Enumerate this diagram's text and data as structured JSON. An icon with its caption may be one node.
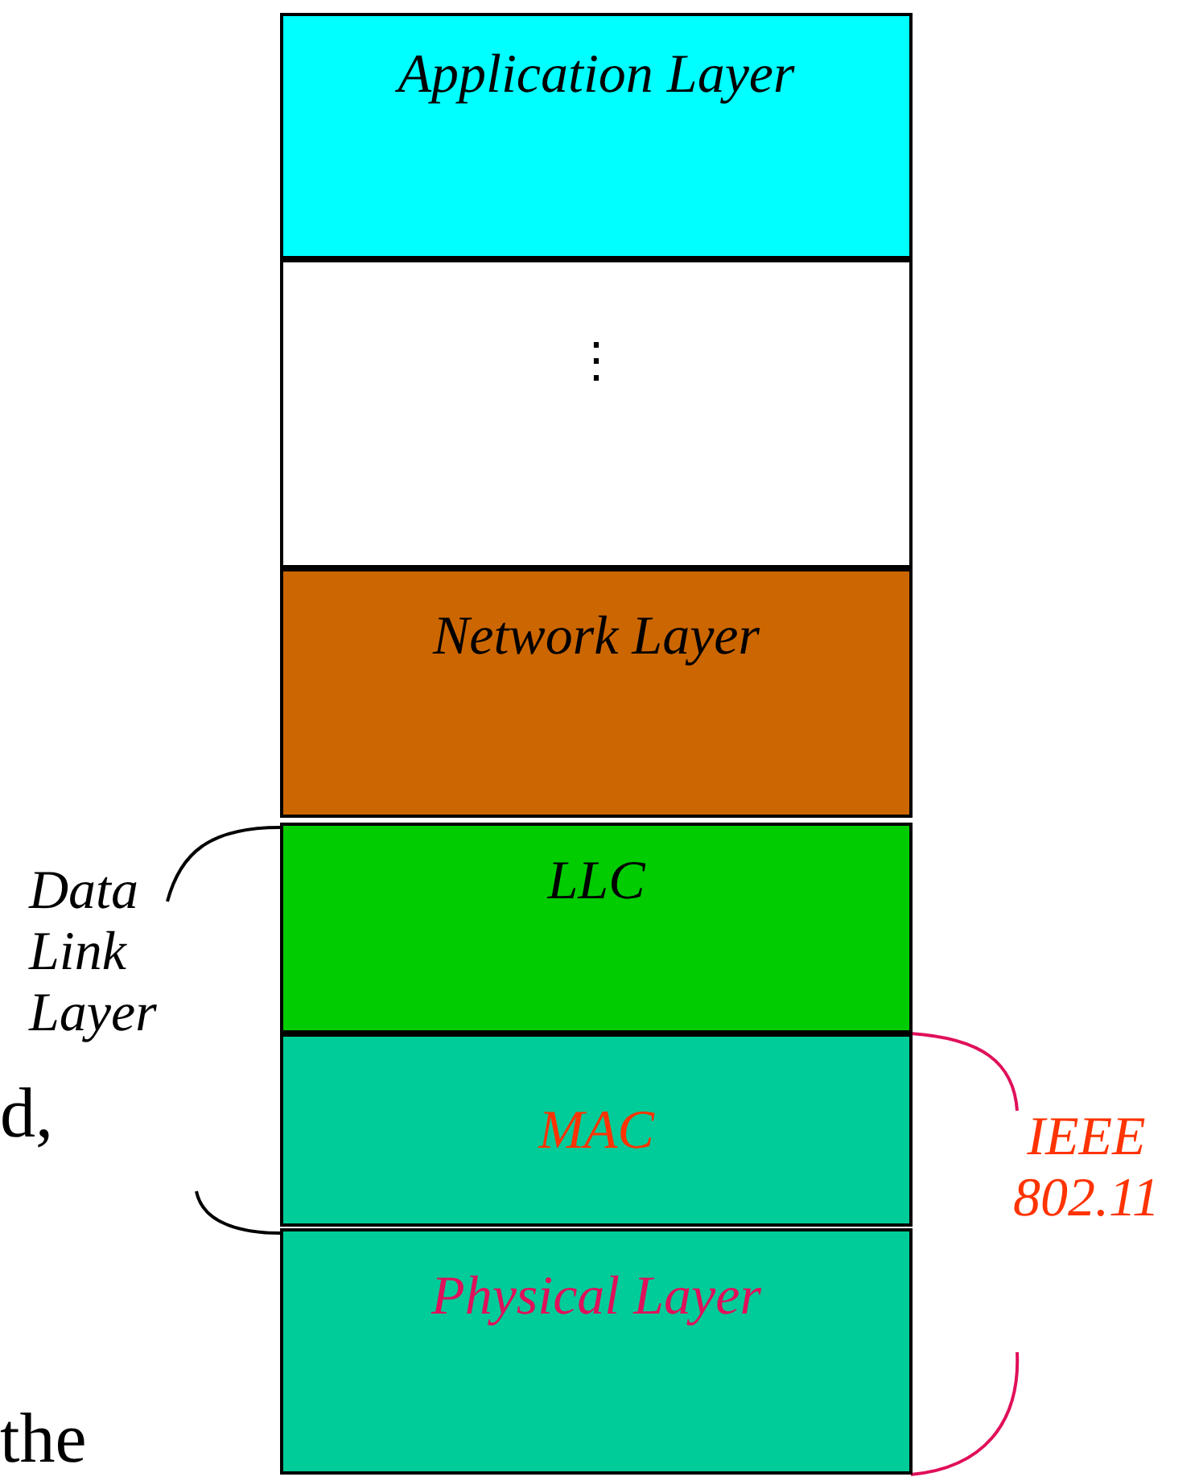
{
  "diagram": {
    "nodes": [
      {
        "text": [
          "Application Layer"
        ]
      },
      {
        "text": [
          "⋮"
        ]
      },
      {
        "text": [
          "Network Layer"
        ]
      },
      {
        "text": [
          "LLC"
        ]
      },
      {
        "text": [
          "MAC"
        ]
      },
      {
        "text": [
          "Physical Layer"
        ]
      }
    ],
    "labels": [
      "Data Link Layer",
      "IEEE 802.11",
      "d,",
      "the"
    ]
  }
}
